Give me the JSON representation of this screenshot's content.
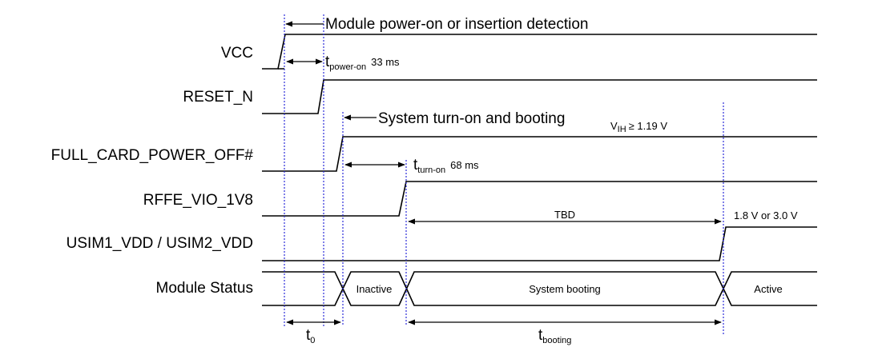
{
  "signals": [
    "VCC",
    "RESET_N",
    "FULL_CARD_POWER_OFF#",
    "RFFE_VIO_1V8",
    "USIM1_VDD / USIM2_VDD",
    "Module Status"
  ],
  "annotations": {
    "power_on_detect": "Module power-on or insertion detection",
    "system_turn_on": "System turn-on and booting",
    "t_power_on_main": "t",
    "t_power_on_sub": "power-on",
    "t_power_on_value": "33 ms",
    "t_turn_on_main": "t",
    "t_turn_on_sub": "turn-on",
    "t_turn_on_value": "68 ms",
    "vih_main": "V",
    "vih_sub": "IH",
    "vih_value": "≥ 1.19 V",
    "tbd": "TBD",
    "usim_voltage": "1.8 V or 3.0 V",
    "t0_main": "t",
    "t0_sub": "0",
    "t_booting_main": "t",
    "t_booting_sub": "booting"
  },
  "status_states": {
    "inactive": "Inactive",
    "booting": "System booting",
    "active": "Active"
  }
}
